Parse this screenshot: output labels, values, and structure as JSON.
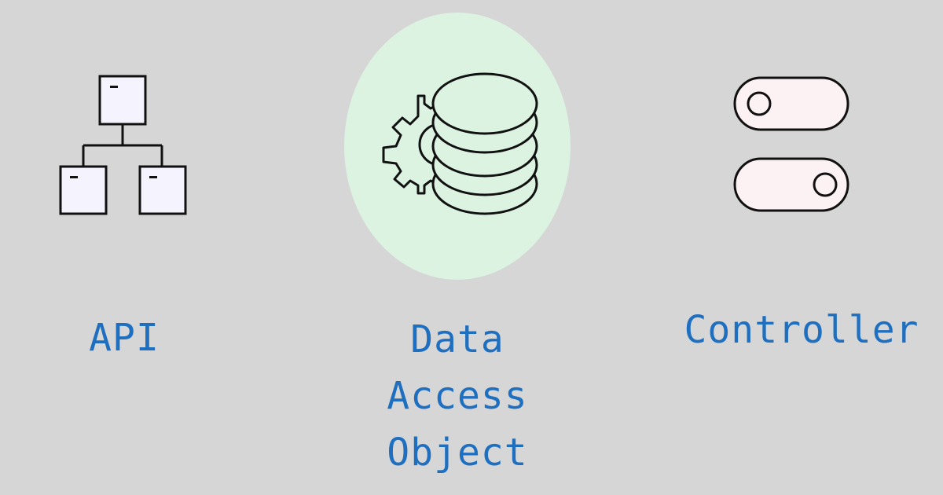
{
  "diagram": {
    "items": [
      {
        "id": "api",
        "icon": "hierarchy-tree-icon",
        "label_lines": [
          "API"
        ]
      },
      {
        "id": "dao",
        "icon": "database-gear-icon",
        "label_lines": [
          "Data",
          "Access",
          "Object"
        ],
        "highlighted": true
      },
      {
        "id": "controller",
        "icon": "toggle-switches-icon",
        "label_lines": [
          "Controller"
        ]
      }
    ]
  },
  "colors": {
    "background": "#d6d6d6",
    "label_text": "#1f6fc0",
    "highlight_circle": "#dcf3e2",
    "icon_stroke": "#111111",
    "api_box_fill": "#f5f3fd",
    "toggle_fill": "#fdf2f3"
  }
}
